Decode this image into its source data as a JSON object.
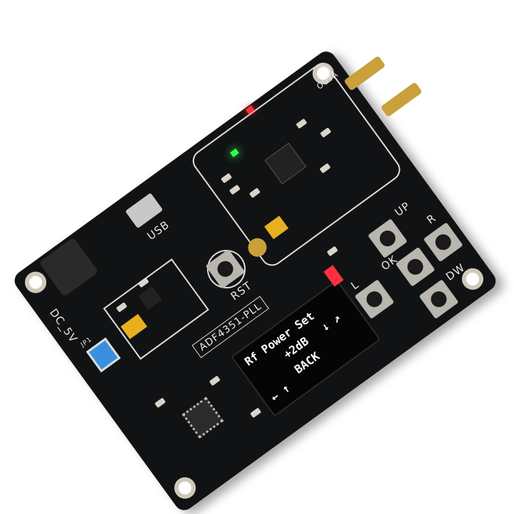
{
  "board": {
    "name_label": "ADF4351-PLL",
    "usb_label": "USB",
    "reset_label": "RST",
    "power_label": "DC_5V",
    "jumper_label": "JP1",
    "output_label": "OUTA",
    "buttons": {
      "up": "UP",
      "right": "R",
      "ok": "OK",
      "left": "L",
      "down": "DW"
    },
    "colors": {
      "pcb": "#111214",
      "led_red": "#ff3030",
      "led_green": "#30ff50",
      "jumper": "#3a8fe0",
      "gold": "#c9a03a",
      "tantalum": "#e8b020"
    }
  },
  "oled": {
    "line1": "Rf Power Set",
    "line2": "+2dB",
    "arrow_right_up": "↓ ↗",
    "line3": "BACK",
    "arrow_left_up": "← ↑"
  }
}
